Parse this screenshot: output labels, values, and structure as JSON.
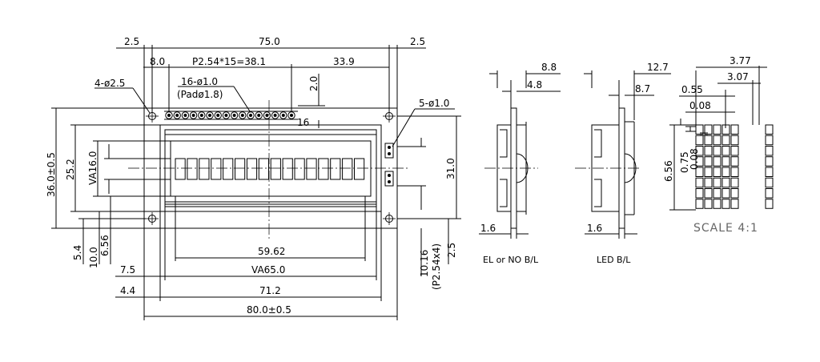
{
  "front_view": {
    "top_dims": {
      "left_margin": "2.5",
      "overall_length": "75.0",
      "right_margin": "2.5",
      "pin1_offset": "8.0",
      "pin_span": "P2.54*15=38.1",
      "pin_to_edge": "33.9",
      "pin_row_offset": "2.0"
    },
    "callouts": {
      "mount_holes": "4-ø2.5",
      "pin_holes": "16-ø1.0",
      "pad_size": "(Padø1.8)",
      "last_pin": "16",
      "backlight_holes": "5-ø1.0"
    },
    "left_dims": {
      "module_height": "36.0±0.5",
      "bezel_height": "25.2",
      "view_area_height": "VA16.0",
      "bottom_to_hole": "5.4",
      "bottom_to_bezel": "10.0",
      "bottom_to_va": "6.56"
    },
    "right_dims": {
      "hole_pitch_v": "31.0",
      "backlight_pins": "10.16",
      "backlight_pitch": "(P2.54x4)",
      "bottom_margin": "2.5"
    },
    "bottom_dims": {
      "char_area_width": "59.62",
      "view_area_width": "VA65.0",
      "bezel_width": "71.2",
      "module_width": "80.0±0.5",
      "left_va_offset": "7.5",
      "left_bezel_offset": "4.4"
    }
  },
  "side_el": {
    "thickness_total": "8.8",
    "thickness_panel": "4.8",
    "pcb_thickness": "1.6",
    "label": "EL or NO B/L"
  },
  "side_led": {
    "thickness_total": "12.7",
    "thickness_panel": "8.7",
    "pcb_thickness": "1.6",
    "label": "LED B/L"
  },
  "char_detail": {
    "char_width": "3.77",
    "dots_width": "3.07",
    "dot_width": "0.55",
    "dot_gap": "0.08",
    "char_height": "6.56",
    "dot_height": "0.75",
    "dot_gap_v": "0.08",
    "scale": "SCALE 4:1"
  },
  "colors": {
    "ink": "#000000",
    "scale_text": "#666666"
  }
}
